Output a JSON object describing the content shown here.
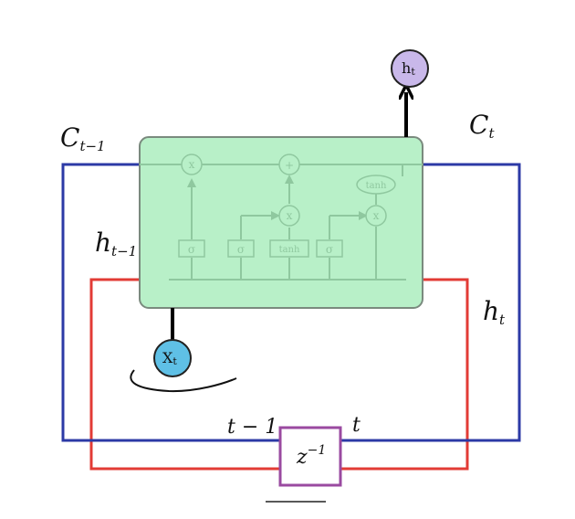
{
  "labels": {
    "c_prev_base": "C",
    "c_prev_sub": "t−1",
    "c_curr_base": "C",
    "c_curr_sub": "t",
    "h_prev_base": "h",
    "h_prev_sub": "t−1",
    "h_curr_base": "h",
    "h_curr_sub": "t",
    "h_out_base": "h",
    "h_out_sub": "t",
    "x_in_base": "X",
    "x_in_sub": "t",
    "delay_base": "z",
    "delay_exp": "−1",
    "time_prev": "t − 1",
    "time_curr": "t"
  },
  "cell_ops": {
    "mul1": "x",
    "add": "+",
    "mul2": "x",
    "mul3": "x",
    "tanh_out": "tanh",
    "gate_forget": "σ",
    "gate_input": "σ",
    "gate_cand": "tanh",
    "gate_output": "σ"
  },
  "colors": {
    "cell_fill": "#b8f0c8",
    "cell_stroke": "#7a8a7e",
    "cell_state_line": "#2c3aa6",
    "hidden_line": "#e23b35",
    "delay_box": "#9a4aa0",
    "output_node": "#c9b8ea",
    "input_node": "#5fc0e6"
  }
}
